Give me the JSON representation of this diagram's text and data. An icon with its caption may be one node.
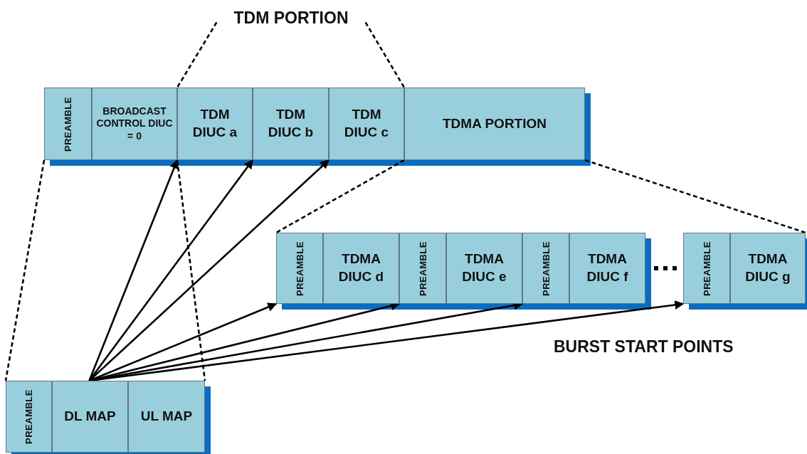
{
  "diagram": {
    "nodes": [
      {
        "text": [
          "TDM PORTION"
        ]
      },
      {
        "text": [
          "PREAMBLE"
        ]
      },
      {
        "text": [
          "BROADCAST CONTROL DIUC = 0"
        ]
      },
      {
        "text": [
          "TDM DIUC a"
        ]
      },
      {
        "text": [
          "TDM DIUC b"
        ]
      },
      {
        "text": [
          "TDM DIUC c"
        ]
      },
      {
        "text": [
          "TDMA PORTION"
        ]
      },
      {
        "text": [
          "PREAMBLE"
        ]
      },
      {
        "text": [
          "TDMA DIUC d"
        ]
      },
      {
        "text": [
          "PREAMBLE"
        ]
      },
      {
        "text": [
          "TDMA DIUC e"
        ]
      },
      {
        "text": [
          "PREAMBLE"
        ]
      },
      {
        "text": [
          "TDMA DIUC f"
        ]
      },
      {
        "text": [
          "PREAMBLE"
        ]
      },
      {
        "text": [
          "TDMA DIUC g"
        ]
      },
      {
        "text": [
          "PREAMBLE"
        ]
      },
      {
        "text": [
          "DL MAP"
        ]
      },
      {
        "text": [
          "UL MAP"
        ]
      }
    ],
    "edges": [
      {
        "from": 0,
        "to": 3,
        "arrow": "none",
        "style": "dashed"
      },
      {
        "from": 0,
        "to": 5,
        "arrow": "none",
        "style": "dashed"
      },
      {
        "from": 16,
        "to": 3,
        "arrow": "to"
      },
      {
        "from": 16,
        "to": 4,
        "arrow": "to"
      },
      {
        "from": 16,
        "to": 5,
        "arrow": "to"
      },
      {
        "from": 16,
        "to": 7,
        "arrow": "to"
      },
      {
        "from": 16,
        "to": 9,
        "arrow": "to"
      },
      {
        "from": 16,
        "to": 11,
        "arrow": "to"
      },
      {
        "from": 16,
        "to": 13,
        "arrow": "to"
      },
      {
        "from": 1,
        "to": 15,
        "arrow": "none",
        "style": "dashed"
      },
      {
        "from": 2,
        "to": 17,
        "arrow": "none",
        "style": "dashed"
      },
      {
        "from": 6,
        "to": 7,
        "arrow": "none",
        "style": "dashed"
      },
      {
        "from": 6,
        "to": 14,
        "arrow": "none",
        "style": "dashed"
      }
    ],
    "labels": [
      "BURST START POINTS"
    ]
  }
}
